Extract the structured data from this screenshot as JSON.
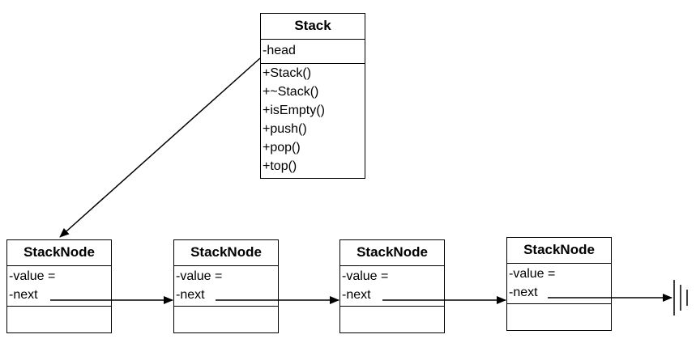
{
  "stack": {
    "name": "Stack",
    "attributes": [
      "-head"
    ],
    "operations": [
      "+Stack()",
      "+~Stack()",
      "+isEmpty()",
      "+push()",
      "+pop()",
      "+top()"
    ]
  },
  "nodes": [
    {
      "name": "StackNode",
      "attributes": [
        "-value =",
        "-next"
      ]
    },
    {
      "name": "StackNode",
      "attributes": [
        "-value =",
        "-next"
      ]
    },
    {
      "name": "StackNode",
      "attributes": [
        "-value =",
        "-next"
      ]
    },
    {
      "name": "StackNode",
      "attributes": [
        "-value =",
        "-next"
      ]
    }
  ],
  "colors": {
    "stroke": "#000000",
    "background": "#ffffff"
  }
}
